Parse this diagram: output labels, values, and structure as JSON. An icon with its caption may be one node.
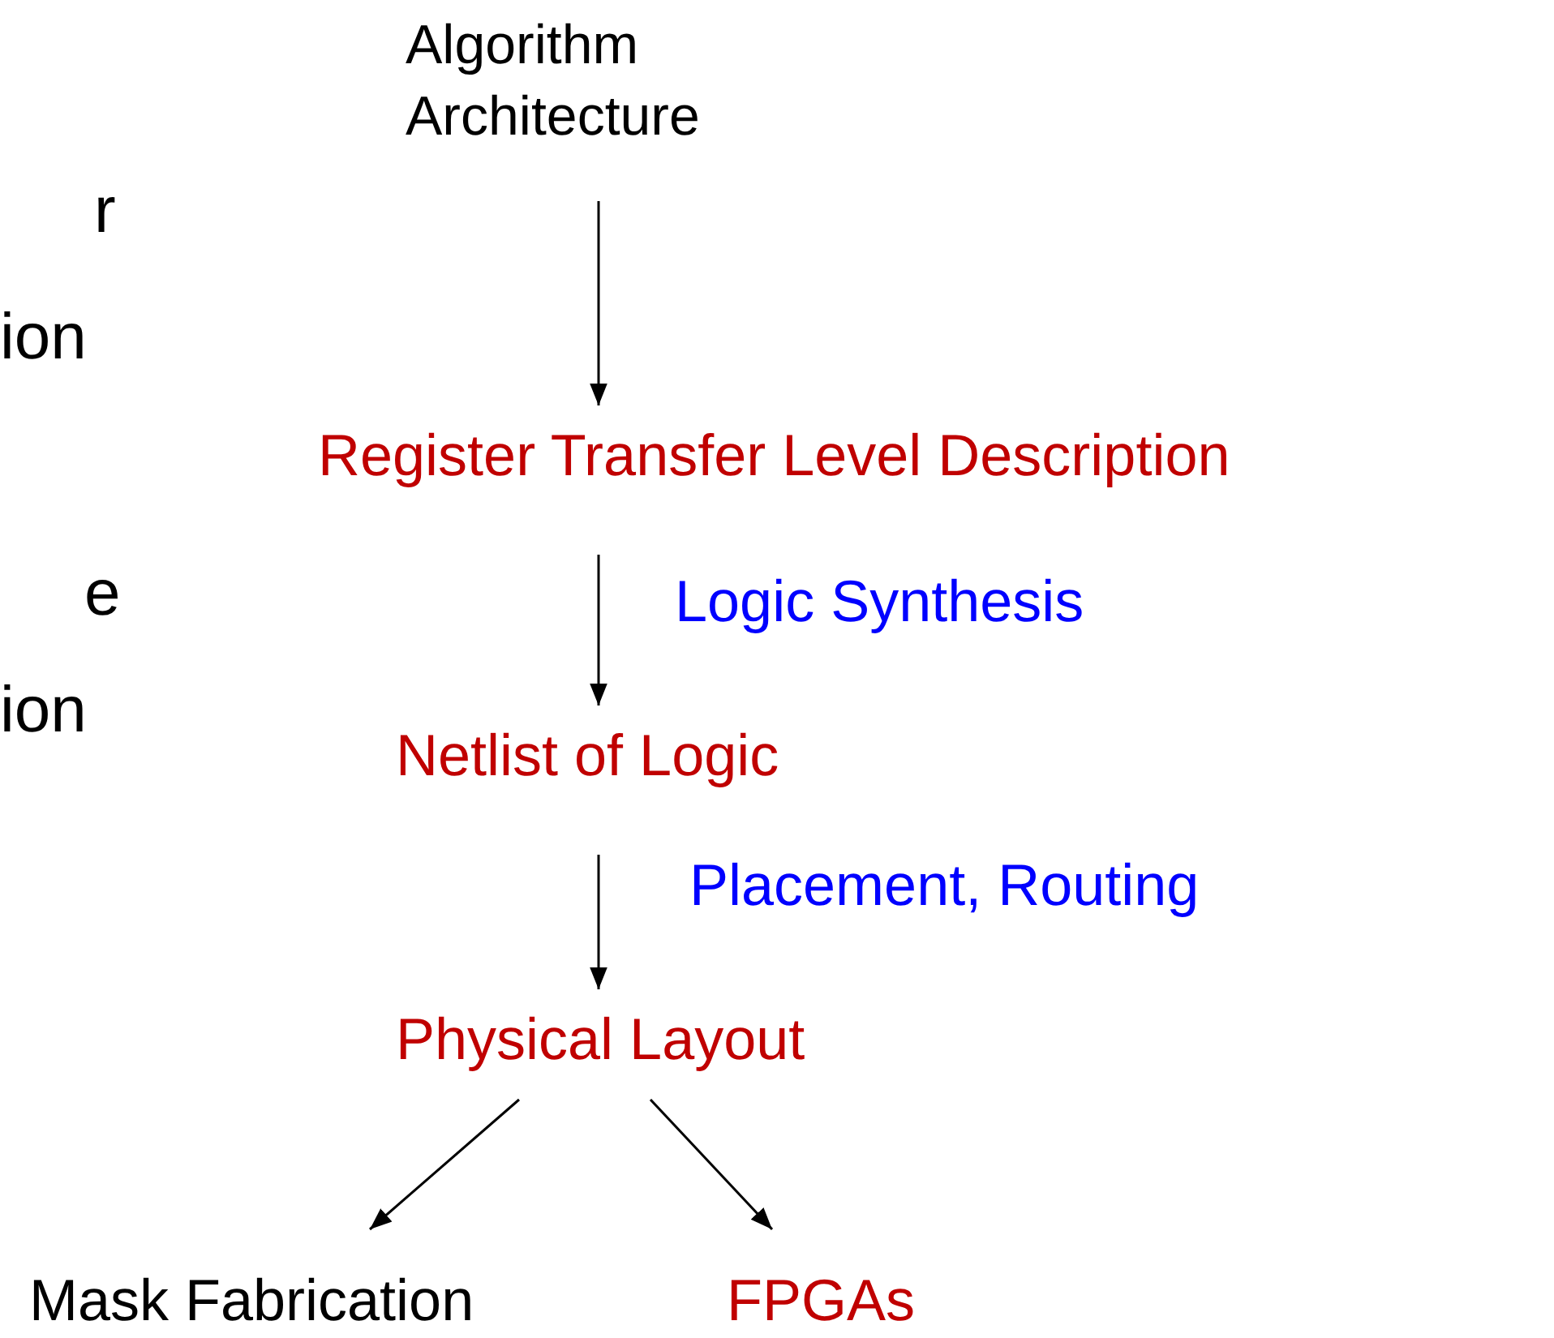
{
  "diagram": {
    "nodes": [
      {
        "text": [
          "Algorithm Architecture"
        ]
      },
      {
        "text": [
          "Register Transfer Level Description"
        ]
      },
      {
        "text": [
          "Netlist of Logic"
        ]
      },
      {
        "text": [
          "Physical Layout"
        ]
      },
      {
        "text": [
          "Mask Fabrication"
        ]
      },
      {
        "text": [
          "FPGAs"
        ]
      }
    ],
    "edges": [
      {
        "from": 0,
        "to": 1,
        "arrow": "to"
      },
      {
        "from": 1,
        "to": 2,
        "arrow": "to",
        "label": "Logic Synthesis"
      },
      {
        "from": 2,
        "to": 3,
        "arrow": "to",
        "label": "Placement, Routing"
      },
      {
        "from": 3,
        "to": 4,
        "arrow": "to"
      },
      {
        "from": 3,
        "to": 5,
        "arrow": "to"
      }
    ],
    "labels": [
      "r",
      "ion",
      "e",
      "ion"
    ]
  }
}
